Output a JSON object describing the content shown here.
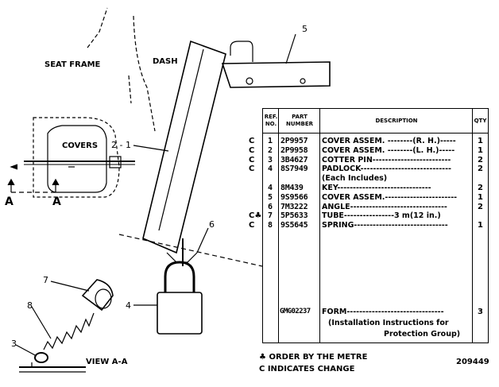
{
  "labels": {
    "seat_frame": "SEAT FRAME",
    "dash": "DASH",
    "covers": "COVERS",
    "section_left": "A",
    "section_right": "A",
    "view": "VIEW A-A"
  },
  "callouts": {
    "c5": "5",
    "c2_1": "2 - 1",
    "c6": "6",
    "c4": "4",
    "c7": "7",
    "c8": "8",
    "c3": "3"
  },
  "table": {
    "headers": {
      "ref": "REF. NO.",
      "part": "PART NUMBER",
      "desc": "DESCRIPTION",
      "qty": "QTY"
    },
    "rows": [
      {
        "chg": "C",
        "ref": "1",
        "part": "2P9957",
        "desc": "COVER ASSEM. --------(R. H.)-----",
        "qty": "1"
      },
      {
        "chg": "C",
        "ref": "2",
        "part": "2P9958",
        "desc": "COVER ASSEM. --------(L. H.)-----",
        "qty": "1"
      },
      {
        "chg": "C",
        "ref": "3",
        "part": "3B4627",
        "desc": "COTTER PIN-------------------------",
        "qty": "2"
      },
      {
        "chg": "C",
        "ref": "4",
        "part": "8S7949",
        "desc": "PADLOCK-----------------------------",
        "qty": "2"
      },
      {
        "chg": "",
        "ref": "",
        "part": "",
        "desc": "  (Each Includes)",
        "qty": ""
      },
      {
        "chg": "",
        "ref": "4",
        "part": "8M439",
        "desc": "     KEY------------------------------",
        "qty": "2"
      },
      {
        "chg": "",
        "ref": "5",
        "part": "9S9566",
        "desc": "COVER ASSEM.-----------------------",
        "qty": "1"
      },
      {
        "chg": "",
        "ref": "6",
        "part": "7M3222",
        "desc": "ANGLE-------------------------------",
        "qty": "2"
      },
      {
        "chg": "C♣",
        "ref": "7",
        "part": "5P5633",
        "desc": "TUBE----------------3 m(12 in.)",
        "qty": ""
      },
      {
        "chg": "C",
        "ref": "8",
        "part": "9S5645",
        "desc": "SPRING------------------------------",
        "qty": "1"
      }
    ],
    "form_row": {
      "part": "GMG02237",
      "desc": "FORM-------------------------------",
      "qty": "3"
    },
    "form_note_1": "(Installation Instructions for",
    "form_note_2": "Protection Group)"
  },
  "notes": {
    "order_note": "♣ ORDER BY THE METRE",
    "change_note": "C INDICATES CHANGE",
    "drawing_number": "209449"
  }
}
